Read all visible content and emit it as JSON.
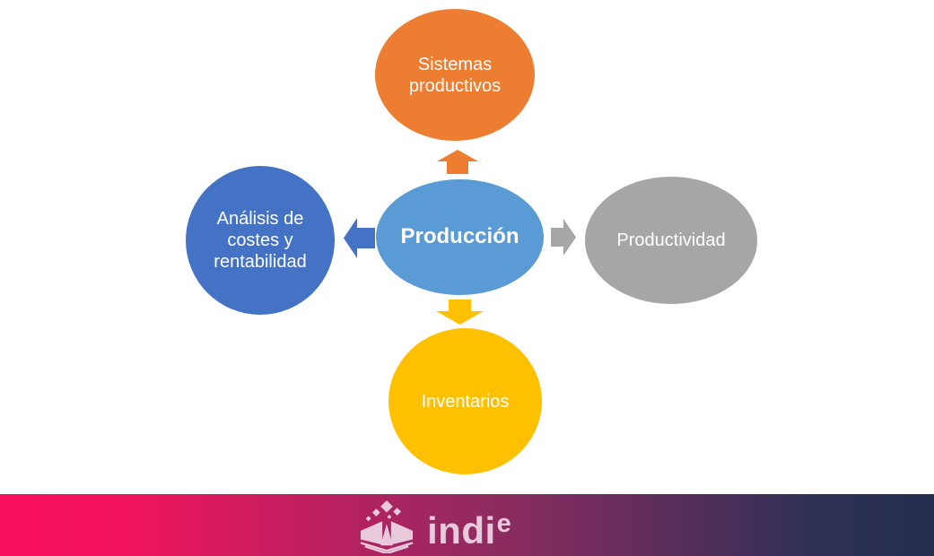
{
  "diagram": {
    "center_node": {
      "label": "Producción",
      "color": "#5B9BD5",
      "text_color": "#FFFFFF"
    },
    "nodes": [
      {
        "position": "top",
        "label": "Sistemas productivos",
        "color": "#ED7D31"
      },
      {
        "position": "left",
        "label": "Análisis de costes y rentabilidad",
        "color": "#4472C4"
      },
      {
        "position": "right",
        "label": "Productividad",
        "color": "#A6A6A6"
      },
      {
        "position": "bottom",
        "label": "Inventarios",
        "color": "#FFC000"
      }
    ],
    "arrows": [
      {
        "direction": "up",
        "color": "#ED7D31"
      },
      {
        "direction": "left",
        "color": "#4472C4"
      },
      {
        "direction": "right",
        "color": "#A6A6A6"
      },
      {
        "direction": "down",
        "color": "#FFC000"
      }
    ]
  },
  "footer": {
    "brand_text": "indi",
    "brand_superscript": "e",
    "logo_icon": "open-book-with-diamonds",
    "logo_color": "#E8CADC",
    "gradient": {
      "left": "#F9105C",
      "mid": "#8E2B60",
      "right": "#272E51"
    }
  }
}
